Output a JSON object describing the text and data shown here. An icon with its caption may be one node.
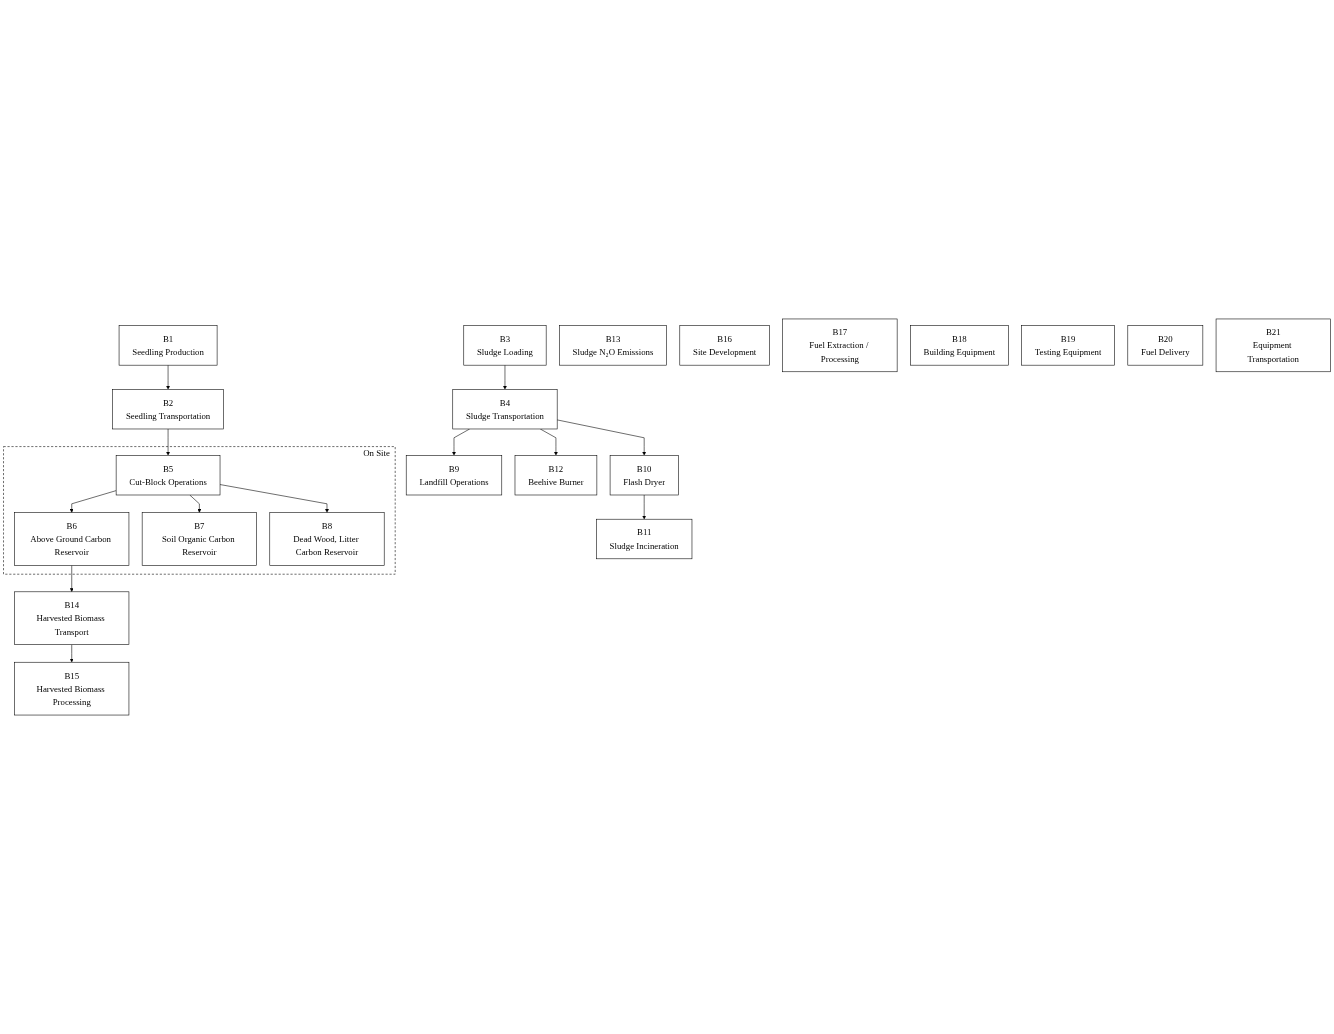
{
  "diagram": {
    "nodes": [
      {
        "text": [
          "B1",
          "Seedling Production"
        ]
      },
      {
        "text": [
          "B2",
          "Seedling Transportation"
        ]
      },
      {
        "text": [
          "On Site"
        ]
      },
      {
        "text": [
          "B5",
          "Cut-Block Operations"
        ],
        "in": 2
      },
      {
        "text": [
          "B6",
          "Above Ground Carbon Reservoir"
        ],
        "in": 2
      },
      {
        "text": [
          "B7",
          "Soil Organic Carbon Reservoir"
        ],
        "in": 2
      },
      {
        "text": [
          "B8",
          "Dead Wood, Litter Carbon Reservoir"
        ],
        "in": 2
      },
      {
        "text": [
          "B14",
          "Harvested Biomass Transport"
        ]
      },
      {
        "text": [
          "B15",
          "Harvested Biomass Processing"
        ]
      },
      {
        "text": [
          "B3",
          "Sludge Loading"
        ]
      },
      {
        "text": [
          "B4",
          "Sludge Transportation"
        ]
      },
      {
        "text": [
          "B9",
          "Landfill Operations"
        ]
      },
      {
        "text": [
          "B10",
          "Flash Dryer"
        ]
      },
      {
        "text": [
          "B11",
          "Sludge Incineration"
        ]
      },
      {
        "text": [
          "B12",
          "Beehive Burner"
        ]
      },
      {
        "text": [
          "B13",
          "Sludge N₂O Emissions"
        ]
      },
      {
        "text": [
          "B16",
          "Site Development"
        ]
      },
      {
        "text": [
          "B17",
          "Fuel Extraction / Processing"
        ]
      },
      {
        "text": [
          "B18",
          "Building Equipment"
        ]
      },
      {
        "text": [
          "B19",
          "Testing Equipment"
        ]
      },
      {
        "text": [
          "B20",
          "Fuel Delivery"
        ]
      },
      {
        "text": [
          "B21",
          "Equipment Transportation"
        ]
      }
    ],
    "edges": [
      {
        "from": 0,
        "to": 1,
        "arrow": "to"
      },
      {
        "from": 1,
        "to": 3,
        "arrow": "to"
      },
      {
        "from": 3,
        "to": 4,
        "arrow": "to"
      },
      {
        "from": 3,
        "to": 5,
        "arrow": "to"
      },
      {
        "from": 3,
        "to": 6,
        "arrow": "to"
      },
      {
        "from": 4,
        "to": 7,
        "arrow": "to"
      },
      {
        "from": 7,
        "to": 8,
        "arrow": "to"
      },
      {
        "from": 9,
        "to": 10,
        "arrow": "to"
      },
      {
        "from": 10,
        "to": 11,
        "arrow": "to"
      },
      {
        "from": 10,
        "to": 12,
        "arrow": "to"
      },
      {
        "from": 10,
        "to": 14,
        "arrow": "to"
      },
      {
        "from": 12,
        "to": 13,
        "arrow": "to"
      }
    ]
  }
}
